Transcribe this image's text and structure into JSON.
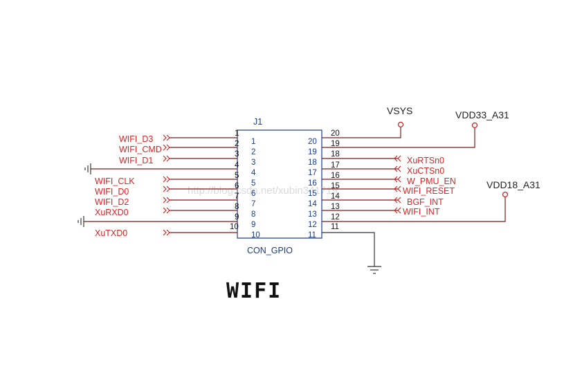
{
  "component": {
    "designator": "J1",
    "part": "CON_GPIO"
  },
  "left_nets": [
    {
      "text": "WIFI_D3"
    },
    {
      "text": "WIFI_CMD"
    },
    {
      "text": "WIFI_D1"
    },
    {
      "text": "WIFI_CLK"
    },
    {
      "text": "WIFI_D0"
    },
    {
      "text": "WIFI_D2"
    },
    {
      "text": "XuRXD0"
    },
    {
      "text": "XuTXD0"
    }
  ],
  "right_nets": [
    {
      "text": "XuRTSn0"
    },
    {
      "text": "XuCTSn0"
    },
    {
      "text": "W_PMU_EN"
    },
    {
      "text": "WIFI_RESET"
    },
    {
      "text": "BGF_INT"
    },
    {
      "text": "WIFI_INT"
    }
  ],
  "power": {
    "vsys": "VSYS",
    "vdd33": "VDD33_A31",
    "vdd18": "VDD18_A31"
  },
  "pins": {
    "outer_left": [
      "1",
      "2",
      "3",
      "4",
      "5",
      "6",
      "7",
      "8",
      "9",
      "10"
    ],
    "inner_left": [
      "1",
      "2",
      "3",
      "4",
      "5",
      "6",
      "7",
      "8",
      "9",
      "10"
    ],
    "inner_right": [
      "20",
      "19",
      "18",
      "17",
      "16",
      "15",
      "14",
      "13",
      "12",
      "11"
    ],
    "outer_right": [
      "20",
      "19",
      "18",
      "17",
      "16",
      "15",
      "14",
      "13",
      "12",
      "11"
    ]
  },
  "watermark": "http://blog.csdn.net/xubin341719",
  "title": "WIFI"
}
